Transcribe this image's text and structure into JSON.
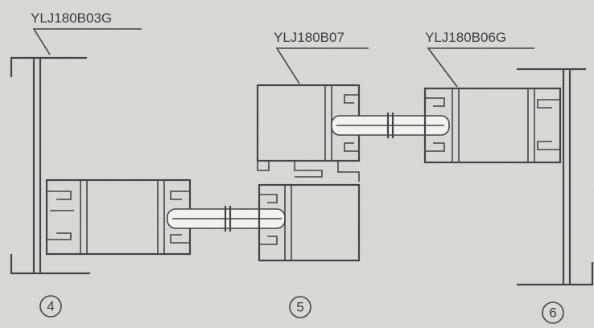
{
  "labels": {
    "left_part": "YLJ180B03G",
    "center_part": "YLJ180B07",
    "right_part": "YLJ180B06G"
  },
  "markers": [
    "4",
    "5",
    "6"
  ],
  "colors": {
    "background": "#d9dbd6",
    "line": "#454545",
    "text": "#3c3c3c"
  }
}
